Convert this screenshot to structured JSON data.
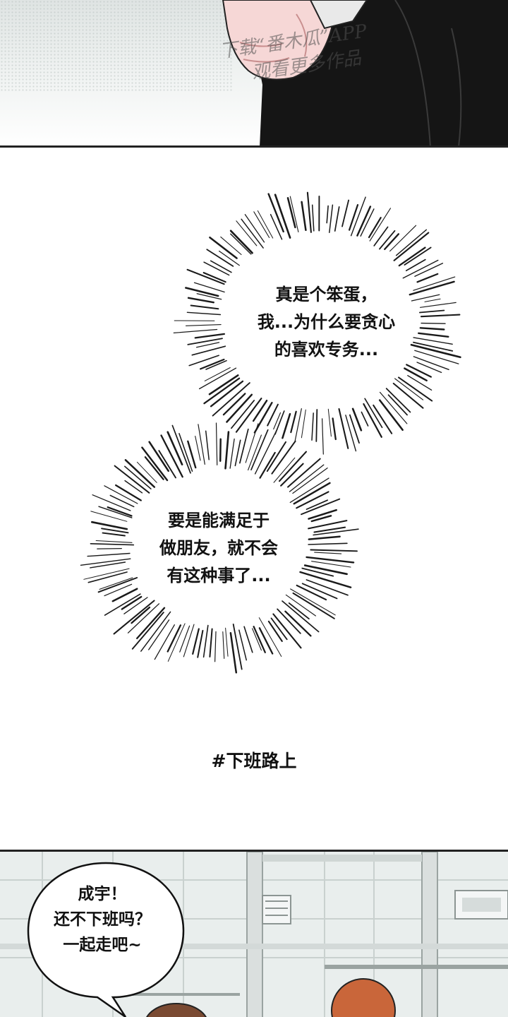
{
  "watermark": {
    "line1": "下载“番木瓜”APP",
    "line2": "观看更多作品"
  },
  "thought1": {
    "lines": [
      "真是个笨蛋，",
      "我...为什么要贪心",
      "的喜欢专务..."
    ]
  },
  "thought2": {
    "lines": [
      "要是能满足于",
      "做朋友，就不会",
      "有这种事了..."
    ]
  },
  "caption": "#下班路上",
  "speech": {
    "lines": [
      "成宇！",
      "还不下班吗？",
      "一起走吧~"
    ]
  }
}
